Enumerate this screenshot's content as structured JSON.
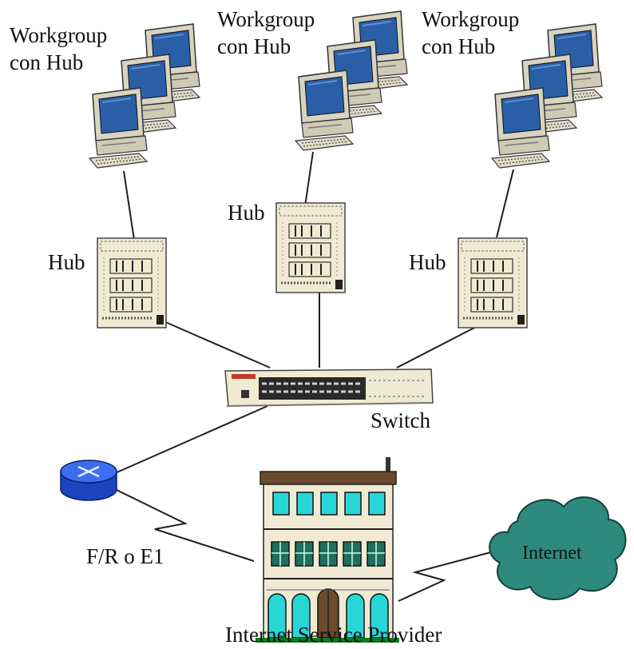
{
  "groups": [
    {
      "label_line1": "Workgroup",
      "label_line2": "con Hub"
    },
    {
      "label_line1": "Workgroup",
      "label_line2": "con Hub"
    },
    {
      "label_line1": "Workgroup",
      "label_line2": "con Hub"
    }
  ],
  "hubs": [
    {
      "label": "Hub"
    },
    {
      "label": "Hub"
    },
    {
      "label": "Hub"
    }
  ],
  "switch": {
    "label": "Switch"
  },
  "link": {
    "label": "F/R o E1"
  },
  "isp": {
    "label": "Internet Service Provider"
  },
  "cloud": {
    "label": "Internet"
  },
  "colors": {
    "line": "#1e1e1e",
    "monitor_screen": "#2a5fa8",
    "device_beige": "#f1ead2",
    "router_blue": "#1f4fd6",
    "building_roof": "#6b4a2e",
    "building_windows": "#28d6d6",
    "cloud_fill": "#2f8a7e",
    "grass": "#0d7a1f"
  },
  "icons": [
    "computer-icon",
    "hub-icon",
    "switch-icon",
    "router-icon",
    "building-icon",
    "cloud-icon"
  ]
}
